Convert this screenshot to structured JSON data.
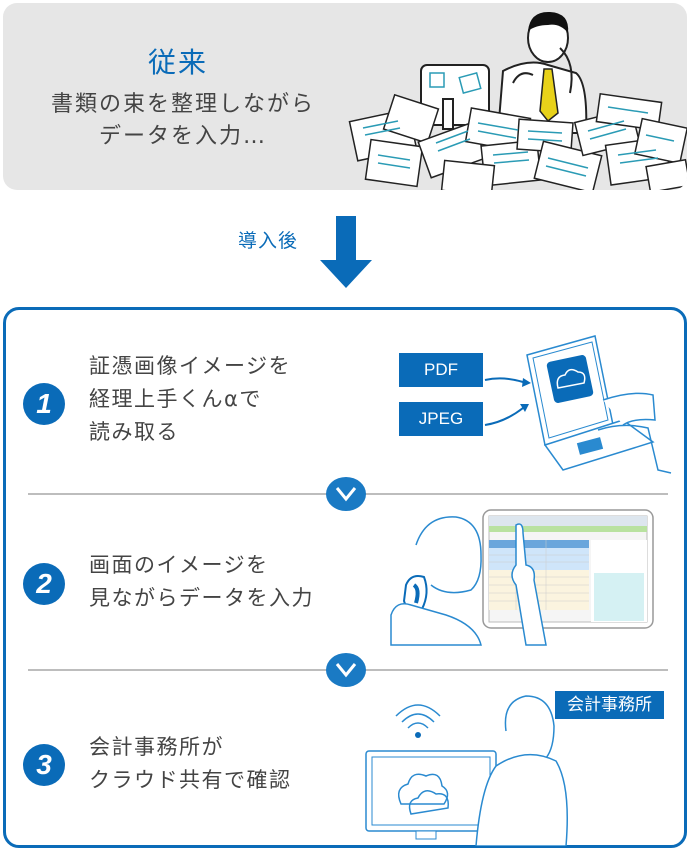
{
  "before": {
    "title": "従来",
    "description_line1": "書類の束を整理しながら",
    "description_line2": "データを入力…",
    "illustration": "overwhelmed-worker-with-paper-piles"
  },
  "transition": {
    "label": "導入後",
    "icon": "down-arrow-icon"
  },
  "steps": [
    {
      "number": "1",
      "lines": [
        "証憑画像イメージを",
        "経理上手くんαで",
        "読み取る"
      ],
      "tags": [
        "PDF",
        "JPEG"
      ],
      "illustration": "laptop-with-cloud-typing"
    },
    {
      "number": "2",
      "lines": [
        "画面のイメージを",
        "見ながらデータを入力"
      ],
      "illustration": "person-pointing-at-software-screen"
    },
    {
      "number": "3",
      "lines": [
        "会計事務所が",
        "クラウド共有で確認"
      ],
      "tag": "会計事務所",
      "illustration": "accountant-at-cloud-monitor-wifi"
    }
  ],
  "colors": {
    "accent": "#0a6bb8",
    "panel_bg": "#e6e6e6",
    "divider": "#bdbdbd",
    "text": "#444444",
    "tie": "#e8d21a"
  }
}
